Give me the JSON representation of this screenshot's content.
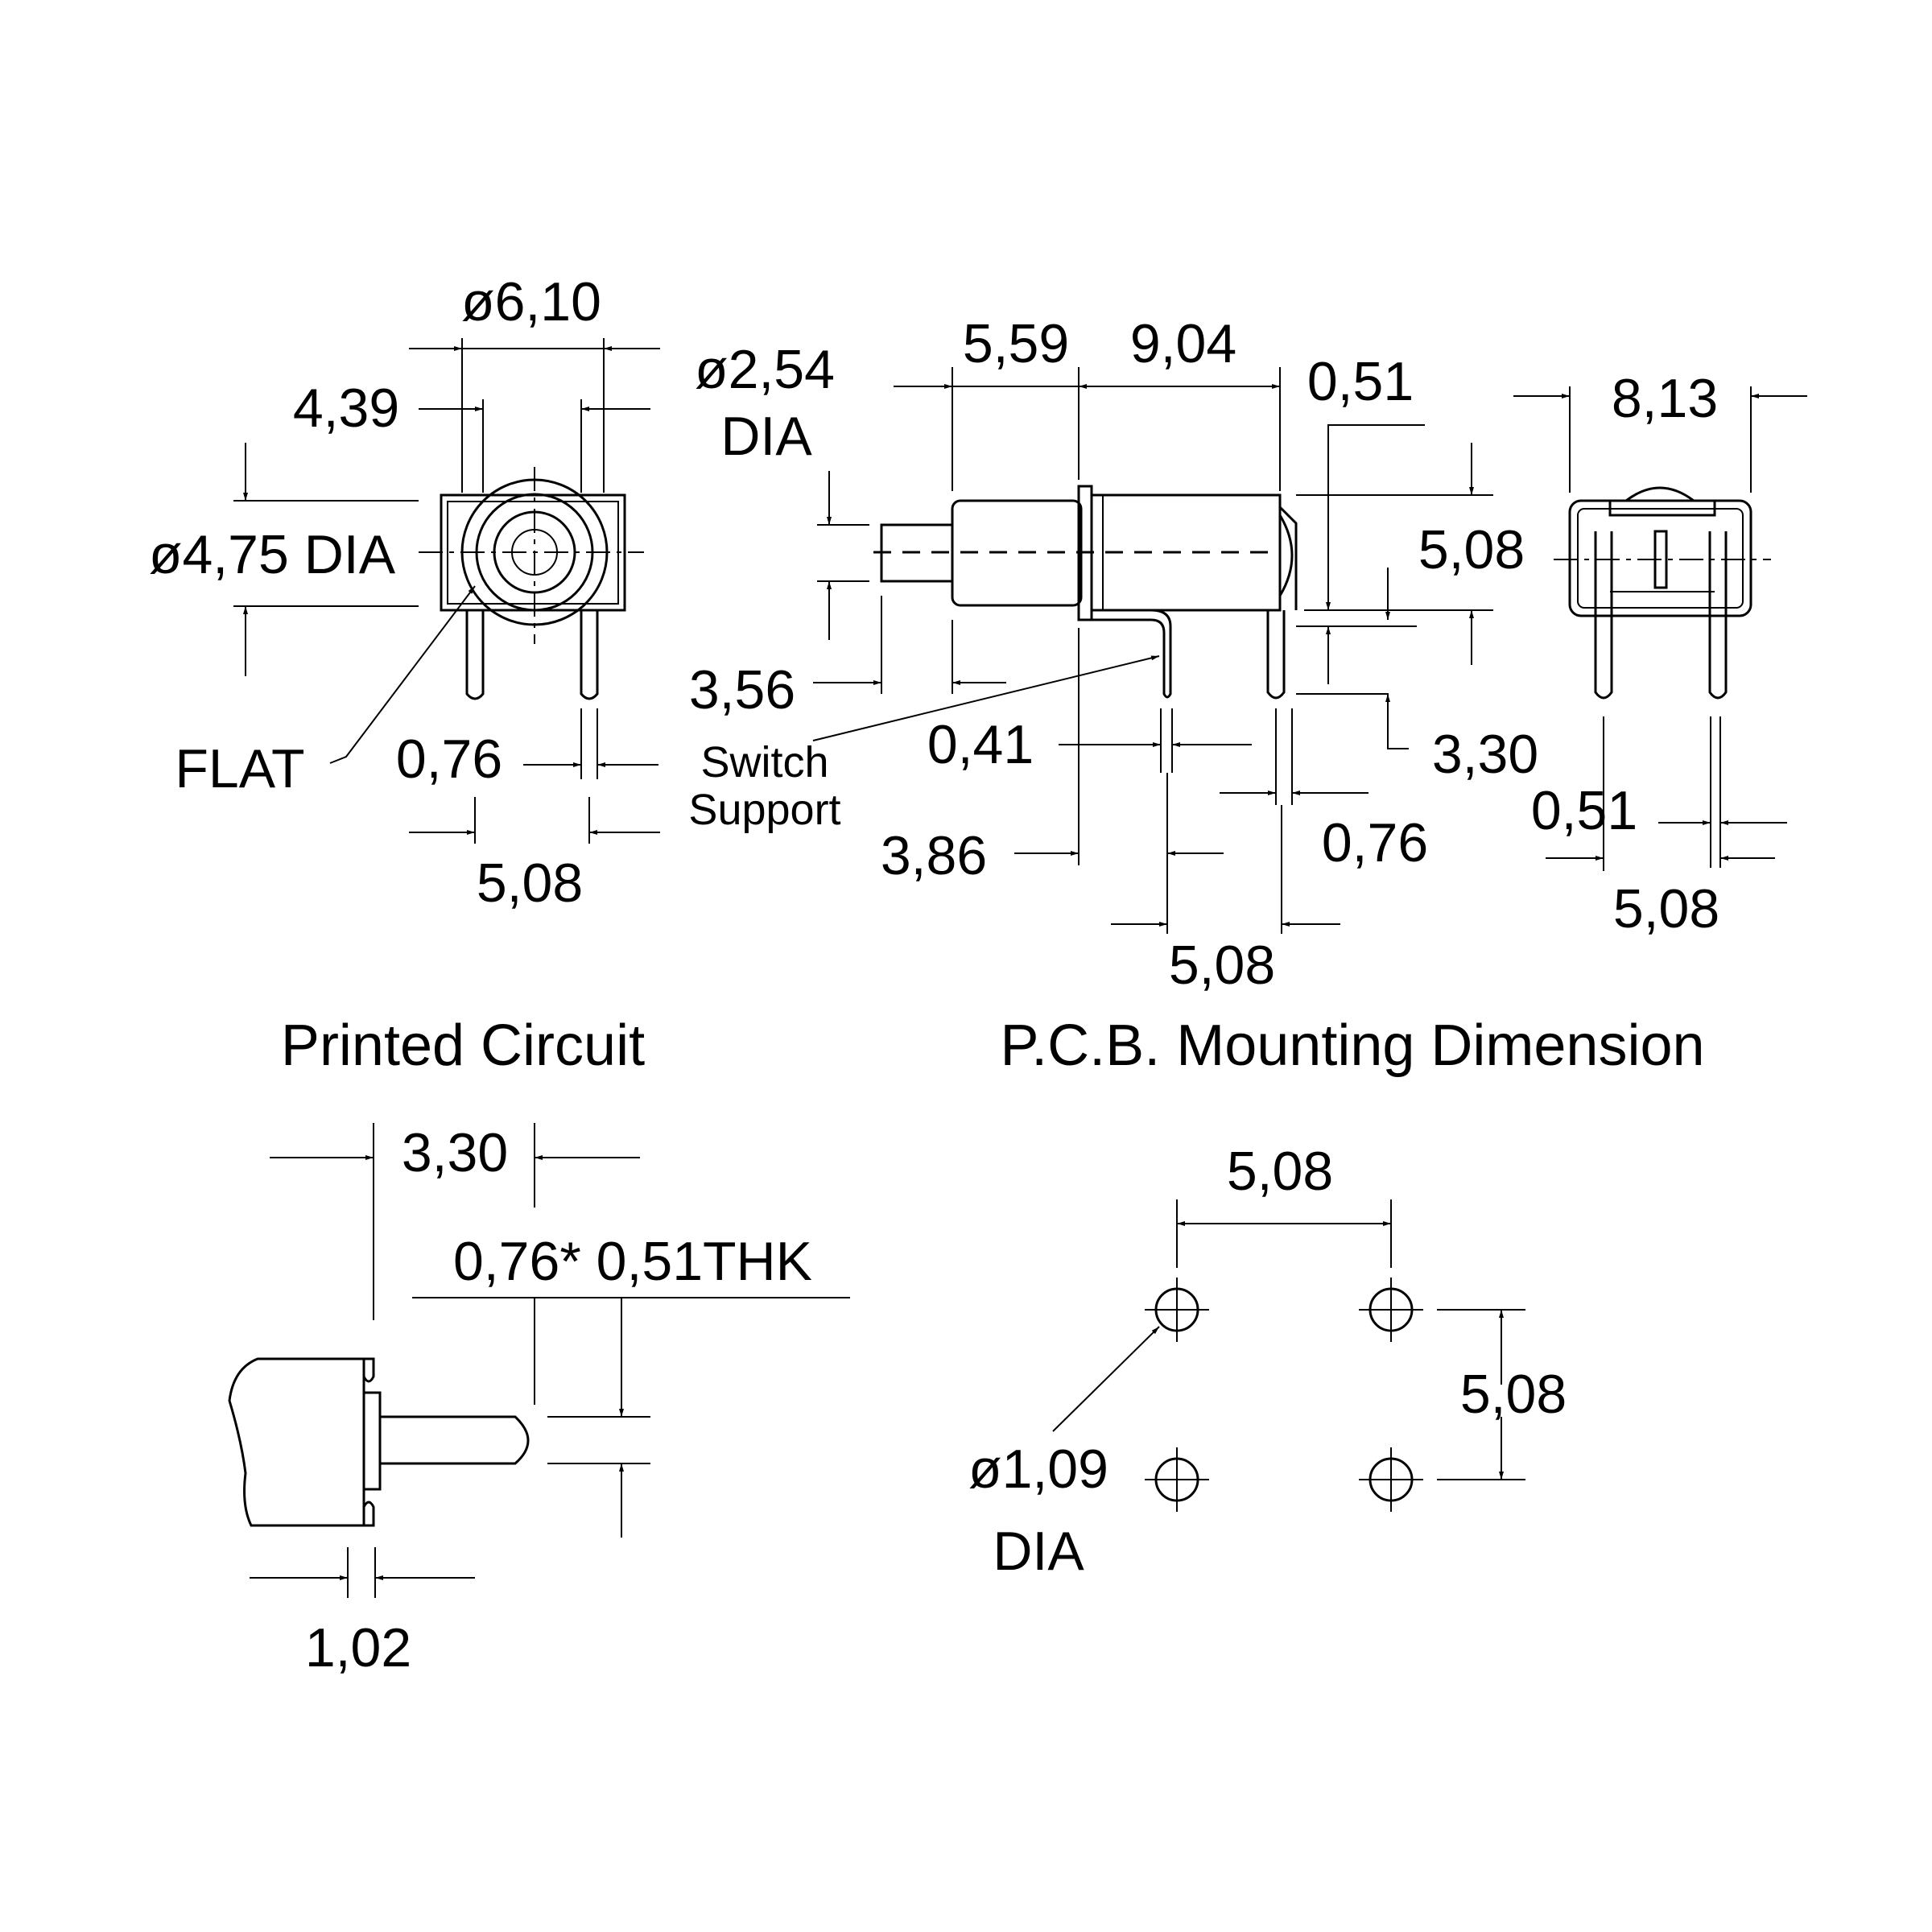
{
  "dimensions": {
    "front": {
      "d_610": "ø6,10",
      "d_439": "4,39",
      "d_254a": "ø2,54",
      "d_254b": "DIA",
      "d_475": "ø4,75 DIA",
      "flat": "FLAT",
      "d_076": "0,76",
      "d_508": "5,08"
    },
    "side": {
      "d_559": "5,59",
      "d_904": "9,04",
      "d_051": "0,51",
      "d_508v": "5,08",
      "d_356": "3,56",
      "d_041": "0,41",
      "d_330": "3,30",
      "switch1": "Switch",
      "switch2": "Support",
      "d_386": "3,86",
      "d_076": "0,76",
      "d_508h": "5,08"
    },
    "end": {
      "d_813": "8,13",
      "d_051": "0,51",
      "d_508": "5,08"
    },
    "terminal": {
      "d_330": "3,30",
      "d_thk": "0,76* 0,51THK",
      "d_102": "1,02"
    },
    "pcb": {
      "d_508h": "5,08",
      "d_508v": "5,08",
      "d_109a": "ø1,09",
      "d_109b": "DIA"
    }
  },
  "headings": {
    "printed_circuit": "Printed Circuit",
    "pcb_mounting": "P.C.B. Mounting Dimension"
  }
}
